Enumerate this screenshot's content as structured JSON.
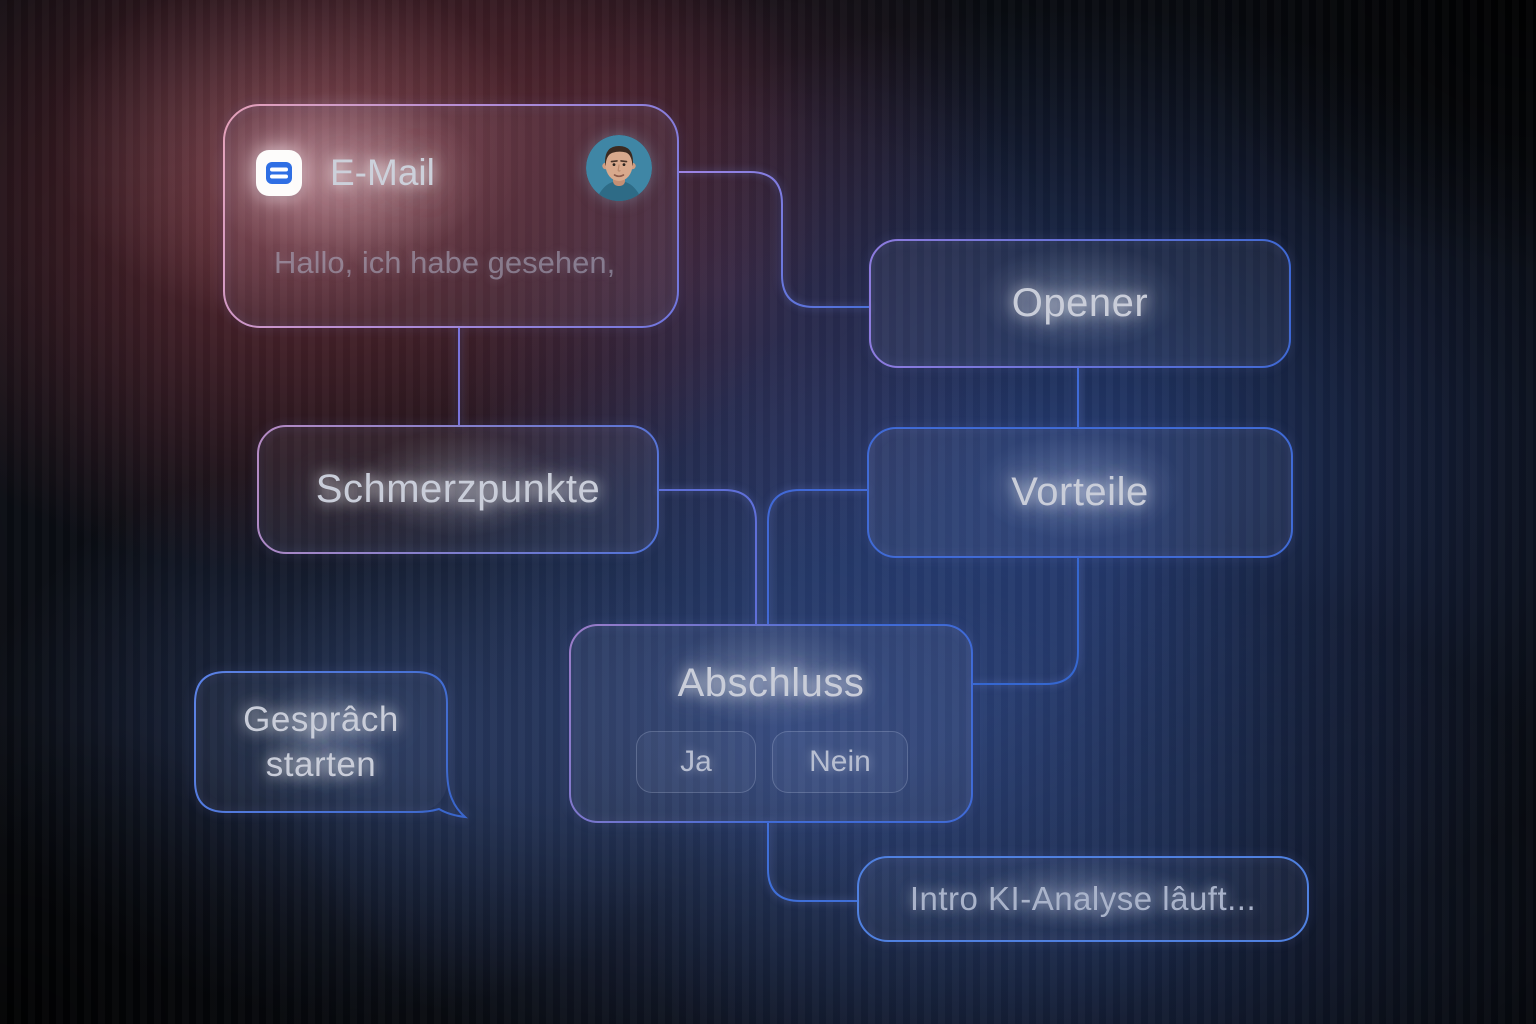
{
  "canvas": {
    "email_card": {
      "title": "E-Mail",
      "body_placeholder": "Hallo, ich habe gesehen,",
      "icon": "email-message-icon",
      "avatar": "persona-avatar"
    },
    "nodes": {
      "opener": {
        "label": "Opener"
      },
      "schmerzpunkte": {
        "label": "Schmerzpunkte"
      },
      "vorteile": {
        "label": "Vorteile"
      },
      "abschluss": {
        "label": "Abschluss",
        "yes_label": "Ja",
        "no_label": "Nein"
      },
      "chat_bubble": {
        "label": "Gesprâch starten"
      },
      "intro": {
        "label": "Intro KI-Analyse lâuft..."
      }
    },
    "colors": {
      "connector_blue": "#3f6bd8",
      "connector_purple": "#9a7fe0",
      "card_border_pink": "#e8a2b8",
      "card_border_blue": "#4d7fe0",
      "icon_blue": "#2f6fe4",
      "avatar_background": "#3f86a5",
      "label_text": "#c9cdd9",
      "muted_text": "#a9b3ca",
      "glow_red": "#7a323a",
      "glow_blue": "#2f4c94"
    }
  }
}
